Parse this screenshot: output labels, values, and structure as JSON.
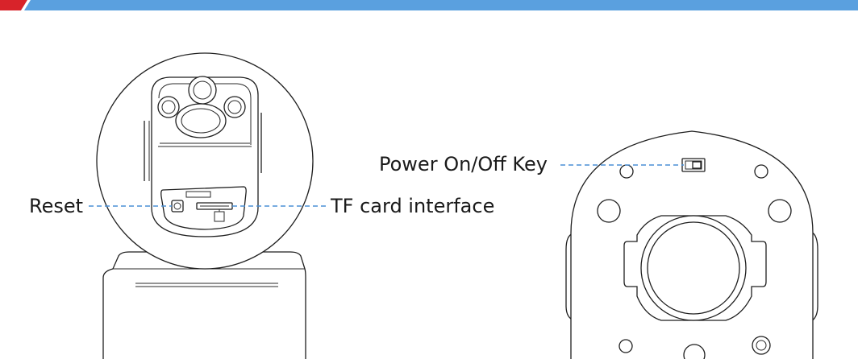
{
  "colors": {
    "header_blue": "#5aa0df",
    "header_red": "#d8232a",
    "leader_blue": "#4a8fd6",
    "ink": "#1f1f1f"
  },
  "labels": {
    "reset": "Reset",
    "tf_card": "TF card interface",
    "power_key": "Power On/Off Key"
  }
}
